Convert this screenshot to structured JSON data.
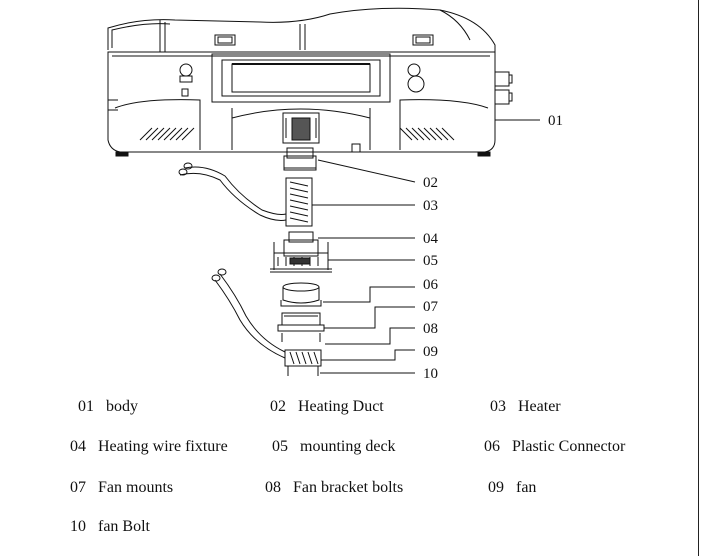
{
  "callouts": [
    "01",
    "02",
    "03",
    "04",
    "05",
    "06",
    "07",
    "08",
    "09",
    "10"
  ],
  "legend": [
    {
      "num": "01",
      "label": "body"
    },
    {
      "num": "02",
      "label": "Heating Duct"
    },
    {
      "num": "03",
      "label": "Heater"
    },
    {
      "num": "04",
      "label": "Heating wire fixture"
    },
    {
      "num": "05",
      "label": "mounting deck"
    },
    {
      "num": "06",
      "label": "Plastic Connector"
    },
    {
      "num": "07",
      "label": "Fan mounts"
    },
    {
      "num": "08",
      "label": "Fan bracket bolts"
    },
    {
      "num": "09",
      "label": "fan"
    },
    {
      "num": "10",
      "label": "fan Bolt"
    }
  ]
}
